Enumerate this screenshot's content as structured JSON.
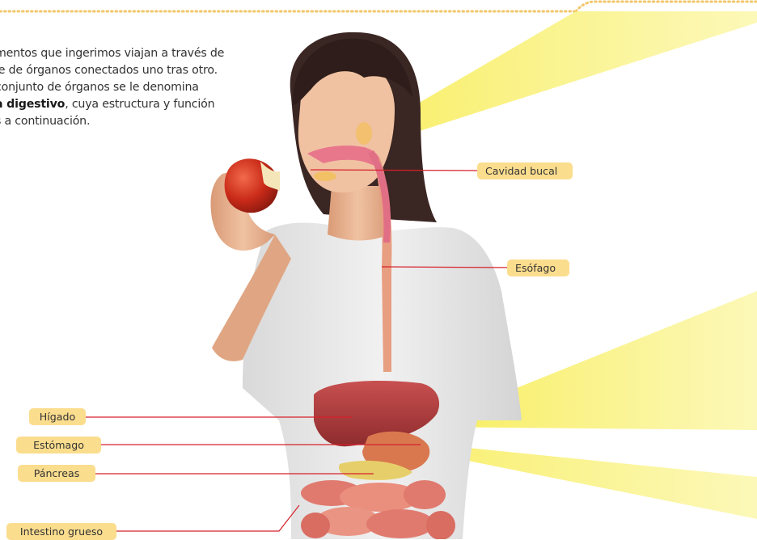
{
  "intro": {
    "line1": "mentos que ingerimos viajan a través de",
    "line2": "ie de órganos conectados uno tras otro.",
    "line3": "conjunto de órganos se le denomina",
    "bold": "a digestivo",
    "line4_rest": ", cuya estructura y función",
    "line5": "s a continuación."
  },
  "labels": {
    "cavidad_bucal": "Cavidad bucal",
    "esofago": "Esófago",
    "higado": "Hígado",
    "estomago": "Estómago",
    "pancreas": "Páncreas",
    "intestino_grueso": "Intestino grueso"
  },
  "colors": {
    "label_bg": "#fbdd8e",
    "leader_line": "#d6202a",
    "highlight_beam": "#f4e94a",
    "border_dots": "#f2c66a",
    "skin": "#e7b08d",
    "hair": "#3a2623",
    "shirt": "#e8e8e8",
    "liver": "#b54040",
    "apple": "#cc2a1a"
  }
}
